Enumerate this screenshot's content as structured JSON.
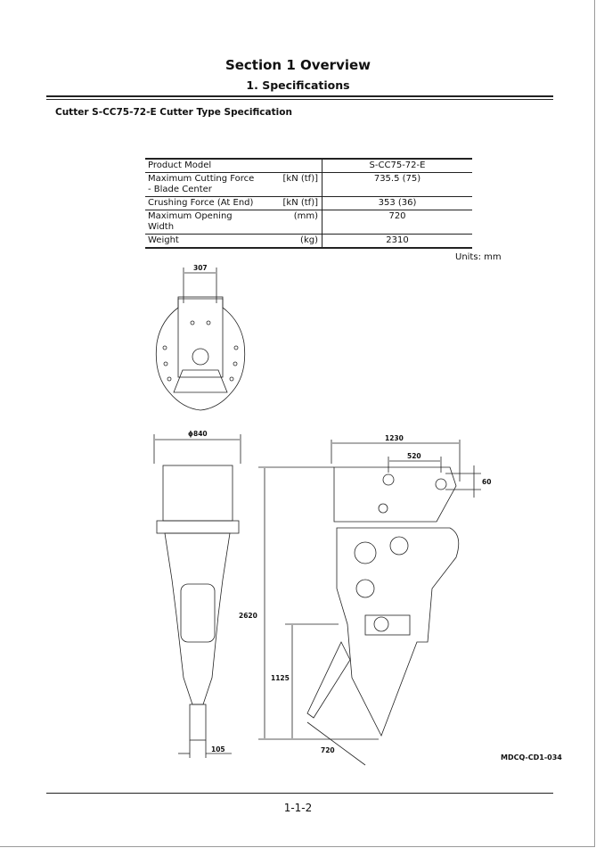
{
  "header": {
    "section": "Section 1 Overview",
    "subsection": "1. Specifications"
  },
  "spec_title": "Cutter S-CC75-72-E Cutter Type Specification",
  "table": {
    "rows": [
      {
        "label": "Product Model",
        "unit": "",
        "value": "S-CC75-72-E"
      },
      {
        "label": "Maximum Cutting Force - Blade Center",
        "unit": "[kN (tf)]",
        "value": "735.5 (75)"
      },
      {
        "label": "Crushing Force (At End)",
        "unit": "[kN (tf)]",
        "value": "353 (36)"
      },
      {
        "label": "Maximum Opening Width",
        "unit": "(mm)",
        "value": "720"
      },
      {
        "label": "Weight",
        "unit": "(kg)",
        "value": "2310"
      }
    ]
  },
  "units": "Units: mm",
  "dimensions": {
    "top_width": "307",
    "front_diameter": "ϕ840",
    "front_tip": "105",
    "side_width": "1230",
    "side_pin": "520",
    "side_pin_height": "60",
    "total_height": "2620",
    "blade_height": "1125",
    "opening": "720"
  },
  "figure_code": "MDCQ-CD1-034",
  "page_number": "1-1-2"
}
